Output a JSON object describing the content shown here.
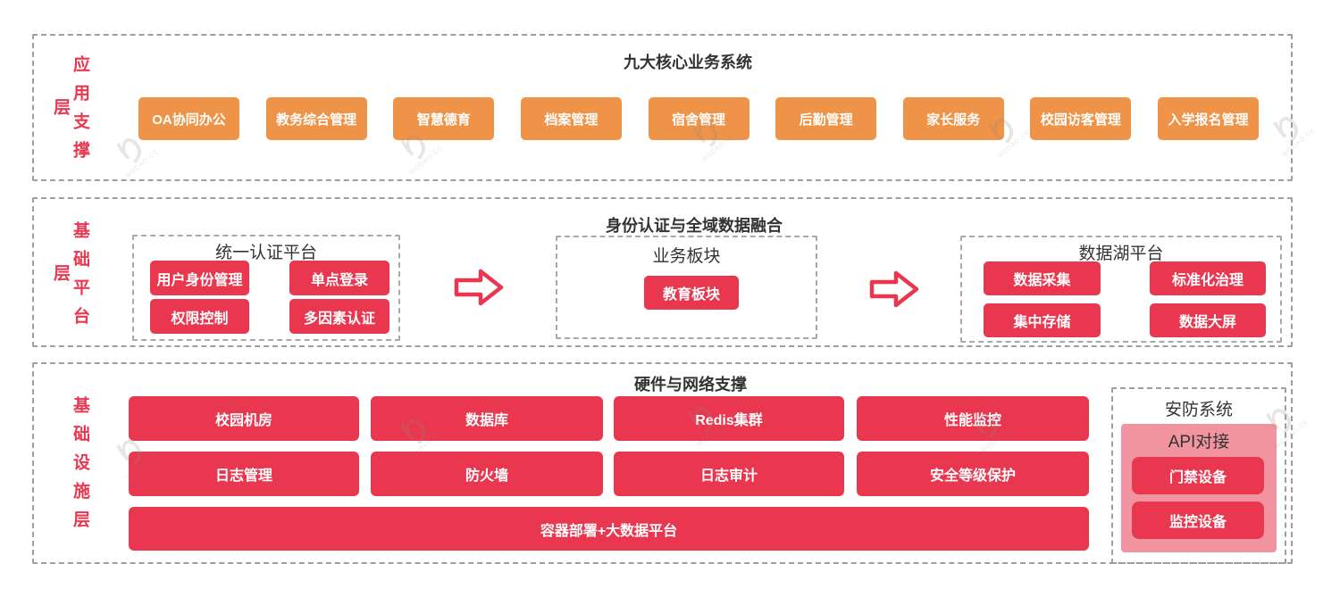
{
  "colors": {
    "node_red": "#e8374f",
    "node_orange": "#ee9347",
    "panel_pink": "#f294a0",
    "dashed_border_gray": "#9e9e9e",
    "title_text": "#333333",
    "node_text": "#ffffff"
  },
  "watermark": {
    "logo_glyph": "り",
    "caption": "MODAO.CC"
  },
  "layers": {
    "app": {
      "label": "应用支撑层",
      "title": "九大核心业务系统",
      "buttons": [
        "OA协同办公",
        "教务综合管理",
        "智慧德育",
        "档案管理",
        "宿舍管理",
        "后勤管理",
        "家长服务",
        "校园访客管理",
        "入学报名管理"
      ]
    },
    "platform": {
      "label": "基础平台层",
      "title": "身份认证与全域数据融合",
      "auth": {
        "title": "统一认证平台",
        "buttons": [
          "用户身份管理",
          "单点登录",
          "权限控制",
          "多因素认证"
        ]
      },
      "business": {
        "title": "业务板块",
        "button": "教育板块"
      },
      "datalake": {
        "title": "数据湖平台",
        "buttons": [
          "数据采集",
          "标准化治理",
          "集中存储",
          "数据大屏"
        ]
      }
    },
    "infra": {
      "label": "基础设施层",
      "title": "硬件与网络支撑",
      "row1": [
        "校园机房",
        "数据库",
        "Redis集群",
        "性能监控"
      ],
      "row2": [
        "日志管理",
        "防火墙",
        "日志审计",
        "安全等级保护"
      ],
      "wide": "容器部署+大数据平台",
      "security": {
        "title": "安防系统",
        "subtitle": "API对接",
        "buttons": [
          "门禁设备",
          "监控设备"
        ]
      }
    }
  }
}
